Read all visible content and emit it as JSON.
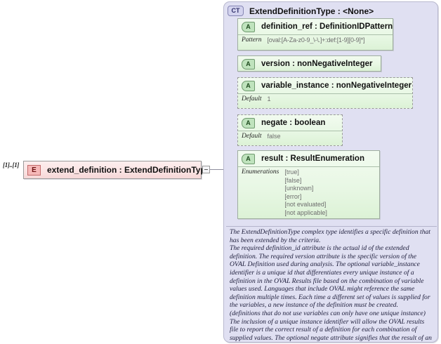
{
  "diagram": {
    "element": {
      "cardinality": "[1]..[1]",
      "badge": "E",
      "label": "extend_definition : ExtendDefinitionType",
      "toggle": "minus"
    },
    "complex_type": {
      "badge": "CT",
      "title": "ExtendDefinitionType : <None>",
      "attributes": [
        {
          "badge": "A",
          "name": "definition_ref : DefinitionIDPattern",
          "required": true,
          "facet_label": "Pattern",
          "facet_value": "[oval:[A-Za-z0-9_\\-\\.]+:def:[1-9][0-9]*]"
        },
        {
          "badge": "A",
          "name": "version   : nonNegativeInteger",
          "required": true,
          "facet_label": "",
          "facet_value": ""
        },
        {
          "badge": "A",
          "name": "variable_instance : nonNegativeInteger",
          "required": false,
          "facet_label": "Default",
          "facet_value": "1"
        },
        {
          "badge": "A",
          "name": "negate   : boolean",
          "required": false,
          "facet_label": "Default",
          "facet_value": "false"
        },
        {
          "badge": "A",
          "name": "result     : ResultEnumeration",
          "required": true,
          "facet_label": "Enumerations",
          "facet_value": "[true]\n[false]\n[unknown]\n[error]\n[not evaluated]\n[not applicable]"
        }
      ]
    },
    "documentation": {
      "paragraph_1": "The ExtendDefinitionType complex type identifies a specific definition that has been extended by the criteria.",
      "paragraph_2": "The required definition_id attribute is the actual id of the extended definition. The required version attribute is the specific version of the OVAL Definition used during analysis. The optional variable_instance identifier is a unique id that differentiates every unique instance of a definition in the OVAL Results file based on the combination of variable values used. Languages that include OVAL might reference the same definition multiple times. Each time a different set of values is supplied for the variables, a new instance of the definition must be created.",
      "paragraph_3": "(definitions that do not use variables can only have one unique instance) The inclusion of a unique instance identifier will allow the OVAL results file to report the correct result of a definition for each combination of supplied values. The optional negate attribute signifies that the result of an extended definition should be negated during analysis. For example, cons"
    },
    "colors": {
      "element_fill": "#fbe4e4",
      "element_badge": "#f6b9b9",
      "panel_fill": "#e0e0f2",
      "attribute_fill": "#e7f7e3",
      "attribute_badge": "#bfe3bd",
      "connector": "#8e8e9e"
    }
  }
}
